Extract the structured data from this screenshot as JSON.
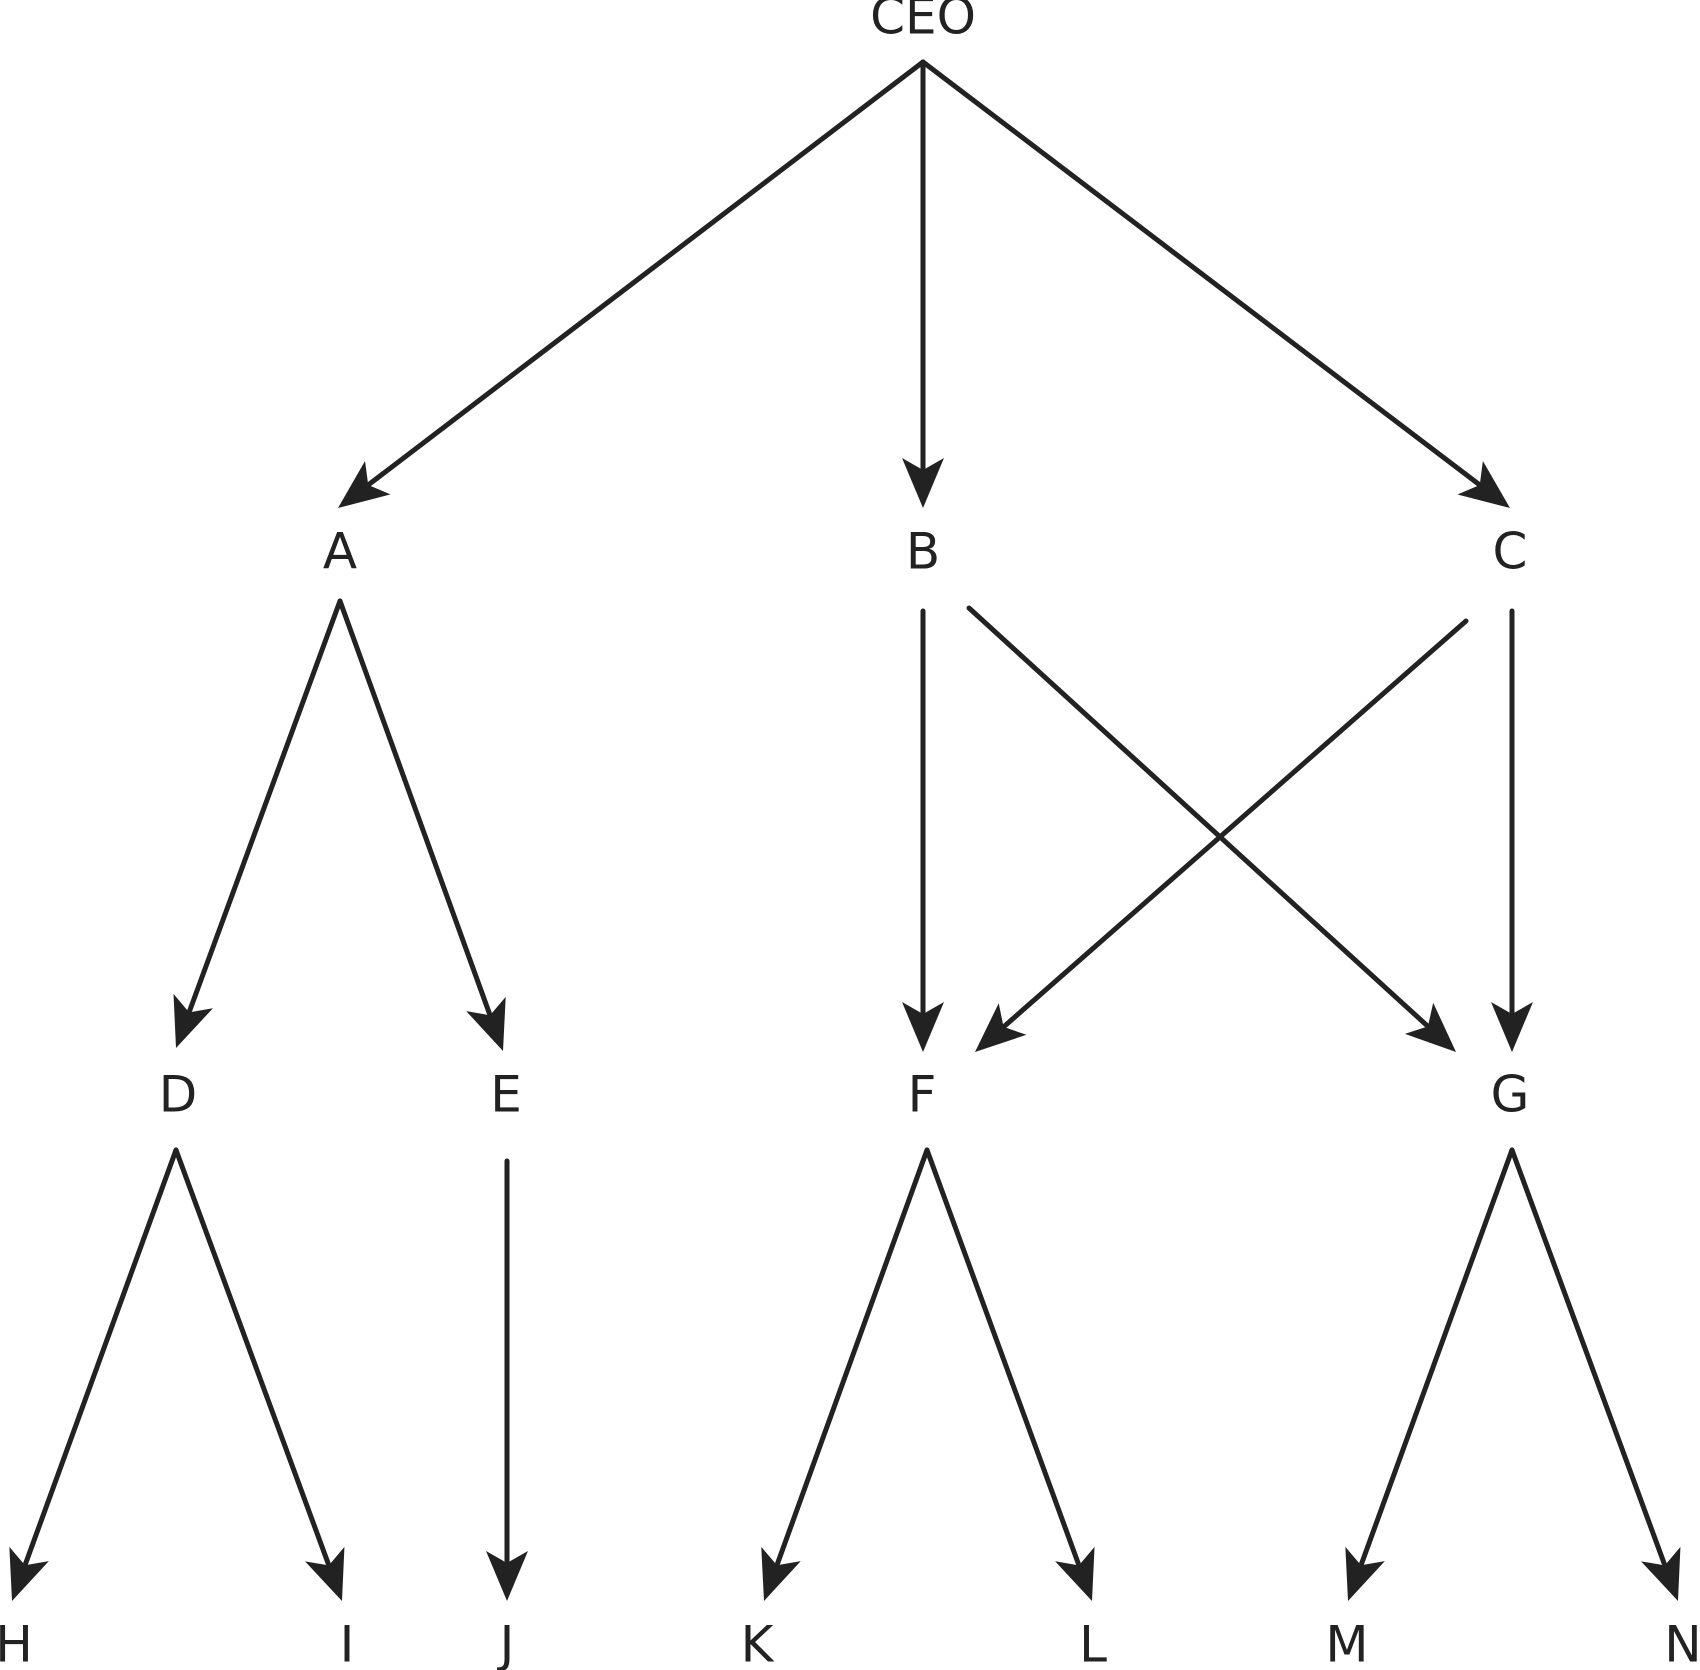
{
  "colors": {
    "line": "#222222",
    "background": "#ffffff"
  },
  "nodes": {
    "CEO": "CEO",
    "A": "A",
    "B": "B",
    "C": "C",
    "D": "D",
    "E": "E",
    "F": "F",
    "G": "G",
    "H": "H",
    "I": "I",
    "J": "J",
    "K": "K",
    "L": "L",
    "M": "M",
    "N": "N"
  },
  "edges": [
    {
      "from": "CEO",
      "to": "A"
    },
    {
      "from": "CEO",
      "to": "B"
    },
    {
      "from": "CEO",
      "to": "C"
    },
    {
      "from": "A",
      "to": "D"
    },
    {
      "from": "A",
      "to": "E"
    },
    {
      "from": "B",
      "to": "F"
    },
    {
      "from": "B",
      "to": "G"
    },
    {
      "from": "C",
      "to": "F"
    },
    {
      "from": "C",
      "to": "G"
    },
    {
      "from": "D",
      "to": "H"
    },
    {
      "from": "D",
      "to": "I"
    },
    {
      "from": "E",
      "to": "J"
    },
    {
      "from": "F",
      "to": "K"
    },
    {
      "from": "F",
      "to": "L"
    },
    {
      "from": "G",
      "to": "M"
    },
    {
      "from": "G",
      "to": "N"
    }
  ]
}
